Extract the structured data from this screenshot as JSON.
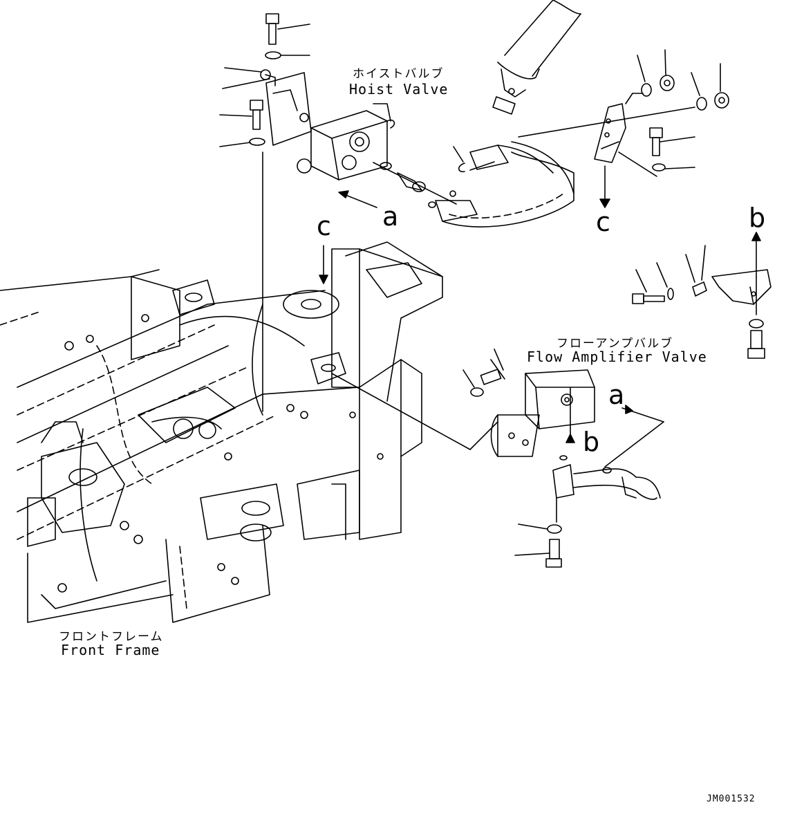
{
  "labels": {
    "hoist_valve_jp": "ホイストバルブ",
    "hoist_valve_en": "Hoist Valve",
    "flow_amp_jp": "フローアンプバルブ",
    "flow_amp_en": "Flow Amplifier Valve",
    "front_frame_jp": "フロントフレーム",
    "front_frame_en": "Front Frame"
  },
  "refs": {
    "a_top": "a",
    "a_right": "a",
    "b_right": "b",
    "b_mid": "b",
    "c_left": "c",
    "c_right": "c"
  },
  "drawing_code": "JM001532",
  "colors": {
    "ink": "#000000",
    "paper": "#ffffff"
  }
}
